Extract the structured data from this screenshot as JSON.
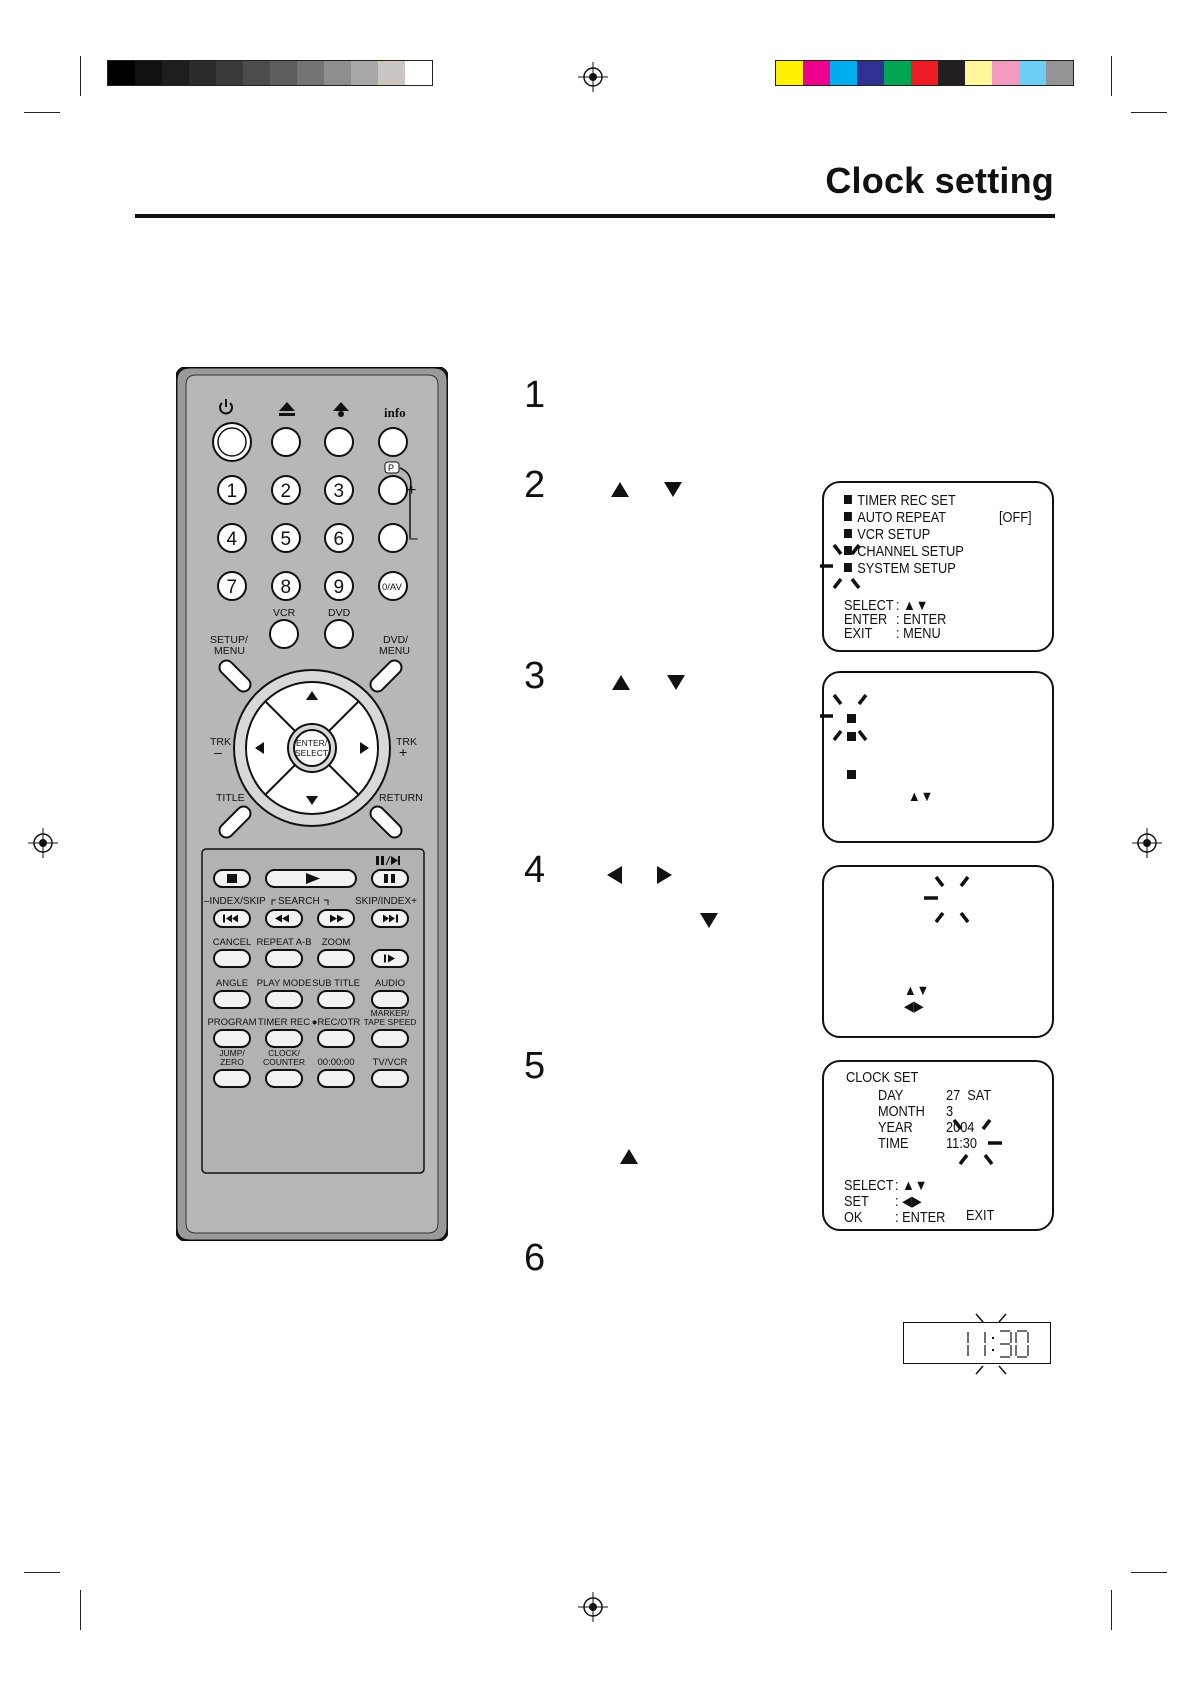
{
  "page": {
    "title": "Clock setting"
  },
  "printer_marks": {
    "gray_swatches": [
      "#000000",
      "#111111",
      "#1e1e1e",
      "#2b2b2b",
      "#3a3a3a",
      "#4c4c4c",
      "#5e5e5e",
      "#747474",
      "#8e8e8e",
      "#a9a9a9",
      "#cbc6c2",
      "#ffffff"
    ],
    "color_swatches": [
      "#fff200",
      "#ec008c",
      "#00aeef",
      "#2e3192",
      "#00a651",
      "#ed1c24",
      "#231f20",
      "#fff799",
      "#f49ac1",
      "#6dcff6",
      "#959595"
    ]
  },
  "remote": {
    "top_labels": {
      "info": "info",
      "p": "P",
      "plus": "+",
      "minus": "–"
    },
    "number_keys": [
      "1",
      "2",
      "3",
      "4",
      "5",
      "6",
      "7",
      "8",
      "9"
    ],
    "zero_av": "0/AV",
    "source_labels": {
      "vcr": "VCR",
      "dvd": "DVD"
    },
    "setup_menu": [
      "SETUP/",
      "MENU"
    ],
    "dvd_menu": [
      "DVD/",
      "MENU"
    ],
    "enter_select": [
      "ENTER/",
      "SELECT"
    ],
    "trk_left": [
      "TRK",
      "–"
    ],
    "trk_right": [
      "TRK",
      "+"
    ],
    "title_label": "TITLE",
    "return_label": "RETURN",
    "index_skip": "–INDEX/SKIP",
    "search": "SEARCH",
    "skip_index": "SKIP/INDEX+",
    "row_labels_1": [
      "CANCEL",
      "REPEAT A-B",
      "ZOOM",
      ""
    ],
    "row_labels_2": [
      "ANGLE",
      "PLAY MODE",
      "SUB TITLE",
      "AUDIO"
    ],
    "row_labels_3": [
      "PROGRAM",
      "TIMER REC",
      "●REC/OTR",
      "MARKER/ TAPE SPEED"
    ],
    "row_labels_4": [
      "JUMP/ ZERO",
      "CLOCK/ COUNTER",
      "00:00:00",
      "TV/VCR"
    ]
  },
  "steps": [
    "1",
    "2",
    "3",
    "4",
    "5",
    "6"
  ],
  "screen1": {
    "items": [
      "TIMER REC SET",
      "AUTO REPEAT",
      "VCR SETUP",
      "CHANNEL SETUP",
      "SYSTEM SETUP"
    ],
    "auto_repeat_value": "[OFF]",
    "select_label": "SELECT",
    "select_value": ": ▲▼",
    "enter_label": "ENTER",
    "enter_value": ": ENTER",
    "exit_label": "EXIT",
    "exit_value": ": MENU"
  },
  "screen2": {
    "arrows": "▲▼"
  },
  "screen3": {
    "arrows_ud": "▲▼",
    "arrows_lr": "◀▶"
  },
  "screen4": {
    "title": "CLOCK SET",
    "day_label": "DAY",
    "day_value": "27  SAT",
    "month_label": "MONTH",
    "month_value": "3",
    "year_label": "YEAR",
    "year_value": "2004",
    "time_label": "TIME",
    "time_value": "11:30",
    "select_label": "SELECT",
    "select_value": ": ▲▼",
    "set_label": "SET",
    "set_value": ": ◀▶",
    "ok_label": "OK",
    "ok_value": ": ENTER",
    "exit_label": "EXIT"
  },
  "display": {
    "time": "11:30"
  },
  "icons": {
    "power": "power-icon",
    "eject": "eject-icon",
    "stop": "stop-icon",
    "play": "play-icon",
    "pause": "pause-icon",
    "blink": "blink-indicator-icon"
  }
}
